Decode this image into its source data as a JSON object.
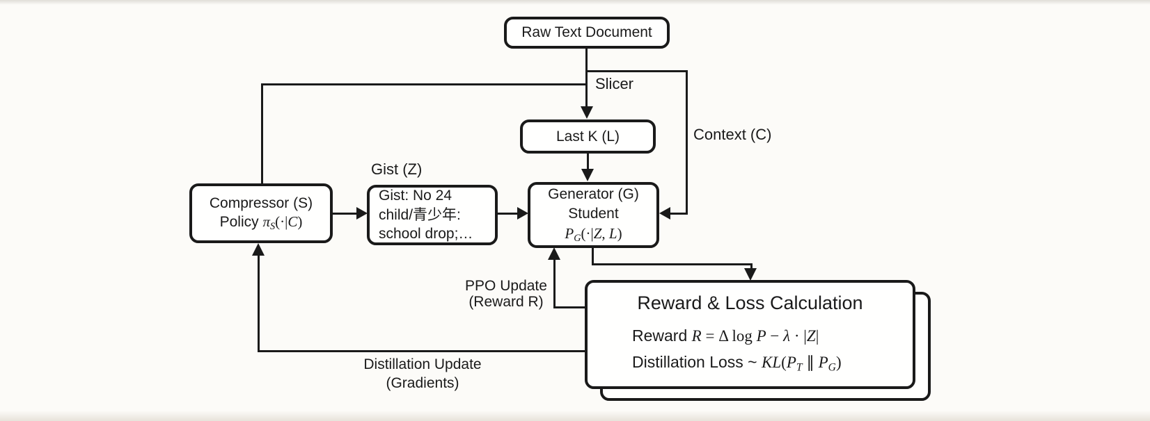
{
  "colors": {
    "line": "#1a1a1a",
    "background": "#fcfbf8",
    "box_fill": "#fffffe"
  },
  "boxes": {
    "raw_text": {
      "label": "Raw Text Document"
    },
    "last_k": {
      "label": "Last K (L)"
    },
    "compressor": {
      "line1": "Compressor (S)",
      "policy_text": "Policy ",
      "pi": "π",
      "pi_sub": "S",
      "open": "(·|",
      "var_c": "C",
      "close": ")"
    },
    "gist": {
      "line1": "Gist: No 24",
      "line2": "child/青少年:",
      "line3": "school drop;…"
    },
    "generator": {
      "line1": "Generator (G)",
      "line2": "Student",
      "p": "P",
      "p_sub": "G",
      "open": "(·|",
      "var_z": "Z",
      "comma": ", ",
      "var_l": "L",
      "close": ")"
    },
    "reward": {
      "title": "Reward & Loss Calculation",
      "f1_text": "Reward ",
      "f1_r": "R",
      "f1_eq": " = Δ log ",
      "f1_p": "P",
      "f1_minus": " − ",
      "f1_lambda": "λ",
      "f1_dot": " · |",
      "f1_z": "Z",
      "f1_bar": "|",
      "f2_text": "Distillation Loss ~ ",
      "f2_kl": "KL",
      "f2_open": "(",
      "f2_p1": "P",
      "f2_sub1": "T",
      "f2_par": " ∥ ",
      "f2_p2": "P",
      "f2_sub2": "G",
      "f2_close": ")"
    }
  },
  "edge_labels": {
    "slicer": "Slicer",
    "context": "Context (C)",
    "gist": "Gist (Z)",
    "ppo_line1": "PPO Update",
    "ppo_line2": "(Reward R)",
    "distill_line1": "Distillation Update",
    "distill_line2": "(Gradients)"
  }
}
